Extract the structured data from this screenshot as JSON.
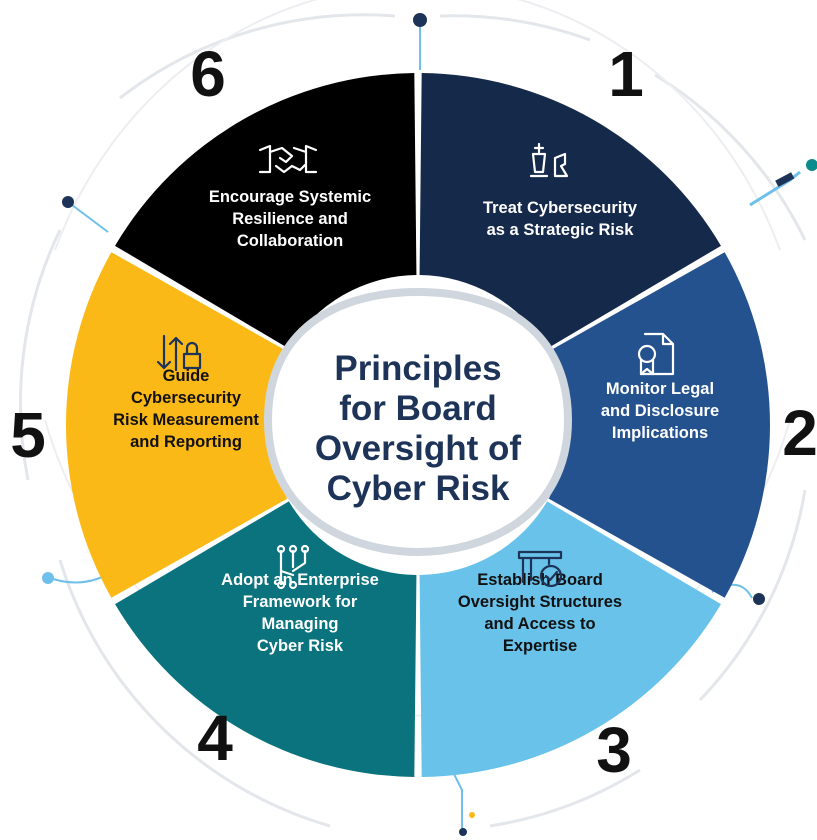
{
  "center": {
    "lines": [
      "Principles",
      "for Board",
      "Oversight of",
      "Cyber Risk"
    ]
  },
  "principles": [
    {
      "number": "1",
      "lines": [
        "Treat Cybersecurity",
        "as a Strategic Risk"
      ],
      "color": "#15294b",
      "icon": "chess-strategy-icon"
    },
    {
      "number": "2",
      "lines": [
        "Monitor Legal",
        "and Disclosure",
        "Implications"
      ],
      "color": "#24528f",
      "icon": "certificate-document-icon"
    },
    {
      "number": "3",
      "lines": [
        "Establish Board",
        "Oversight Structures",
        "and Access to",
        "Expertise"
      ],
      "color": "#68c2ea",
      "icon": "governance-check-icon"
    },
    {
      "number": "4",
      "lines": [
        "Adopt an Enterprise",
        "Framework for",
        "Managing",
        "Cyber Risk"
      ],
      "color": "#0a737d",
      "icon": "framework-network-icon"
    },
    {
      "number": "5",
      "lines": [
        "Guide",
        "Cybersecurity",
        "Risk Measurement",
        "and Reporting"
      ],
      "color": "#fbb917",
      "icon": "lock-metrics-icon"
    },
    {
      "number": "6",
      "lines": [
        "Encourage Systemic",
        "Resilience and",
        "Collaboration"
      ],
      "color": "#000000",
      "icon": "handshake-icon"
    }
  ]
}
